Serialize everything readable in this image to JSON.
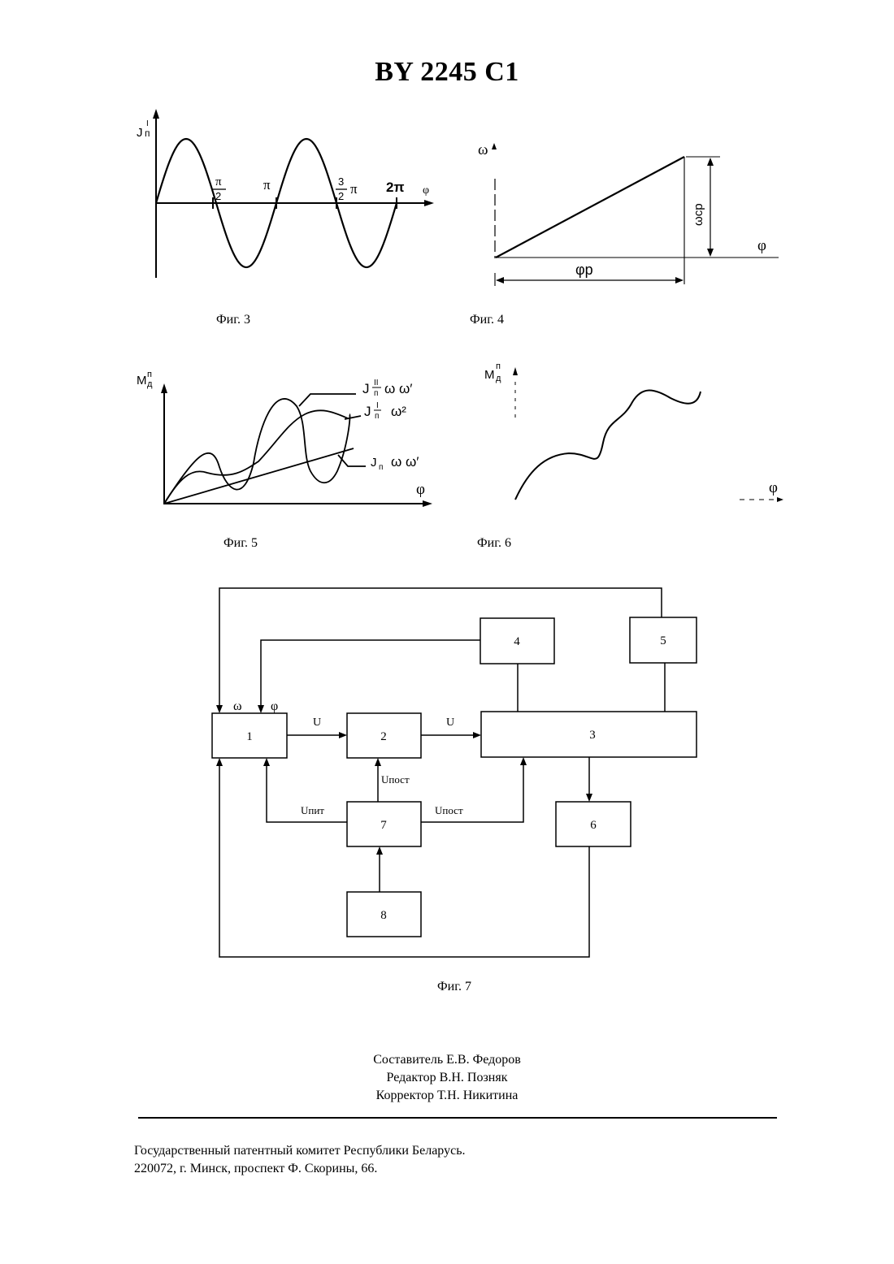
{
  "document": {
    "number": "BY 2245 C1"
  },
  "fig3": {
    "caption": "Фиг. 3",
    "y_label": "J",
    "y_label_sub": "п",
    "y_label_sup": "I",
    "x_label": "φ",
    "ticks": {
      "half_pi_num": "π",
      "half_pi_den": "2",
      "pi": "π",
      "three_half_num": "3",
      "three_half_den": "2",
      "three_half_pi": "π",
      "two_pi": "2π"
    }
  },
  "fig4": {
    "caption": "Фиг. 4",
    "y_label": "ω",
    "x_label": "φ",
    "dim_horizontal": "φр",
    "dim_vertical": "ωср"
  },
  "fig5": {
    "caption": "Фиг. 5",
    "y_label": "M",
    "y_label_sub": "д",
    "y_label_sup": "п",
    "x_label": "φ",
    "curve1_label": {
      "main": "J",
      "sub": "п",
      "sup": "II",
      "rest": "ω ω′"
    },
    "curve2_label": {
      "main": "J",
      "sub": "п",
      "sup": "I",
      "rest": "ω²"
    },
    "curve3_label": {
      "main": "J",
      "sub": "п",
      "rest": "ω ω′"
    }
  },
  "fig6": {
    "caption": "Фиг. 6",
    "y_label": "M",
    "y_label_sub": "д",
    "y_label_sup": "п",
    "x_label": "φ"
  },
  "fig7": {
    "caption": "Фиг. 7",
    "blocks": {
      "b1": "1",
      "b2": "2",
      "b3": "3",
      "b4": "4",
      "b5": "5",
      "b6": "6",
      "b7": "7",
      "b8": "8"
    },
    "signals": {
      "omega": "ω",
      "phi": "φ",
      "u_1_2": "U",
      "u_2_3": "U",
      "u_post_2": "Uпост",
      "u_pit": "Uпит",
      "u_post_3": "Uпост"
    }
  },
  "credits": {
    "compiler": "Составитель Е.В. Федоров",
    "editor": "Редактор В.Н. Позняк",
    "corrector": "Корректор Т.Н. Никитина"
  },
  "publisher": {
    "line1": "Государственный патентный комитет Республики Беларусь.",
    "line2": "220072, г. Минск, проспект Ф. Скорины, 66."
  }
}
